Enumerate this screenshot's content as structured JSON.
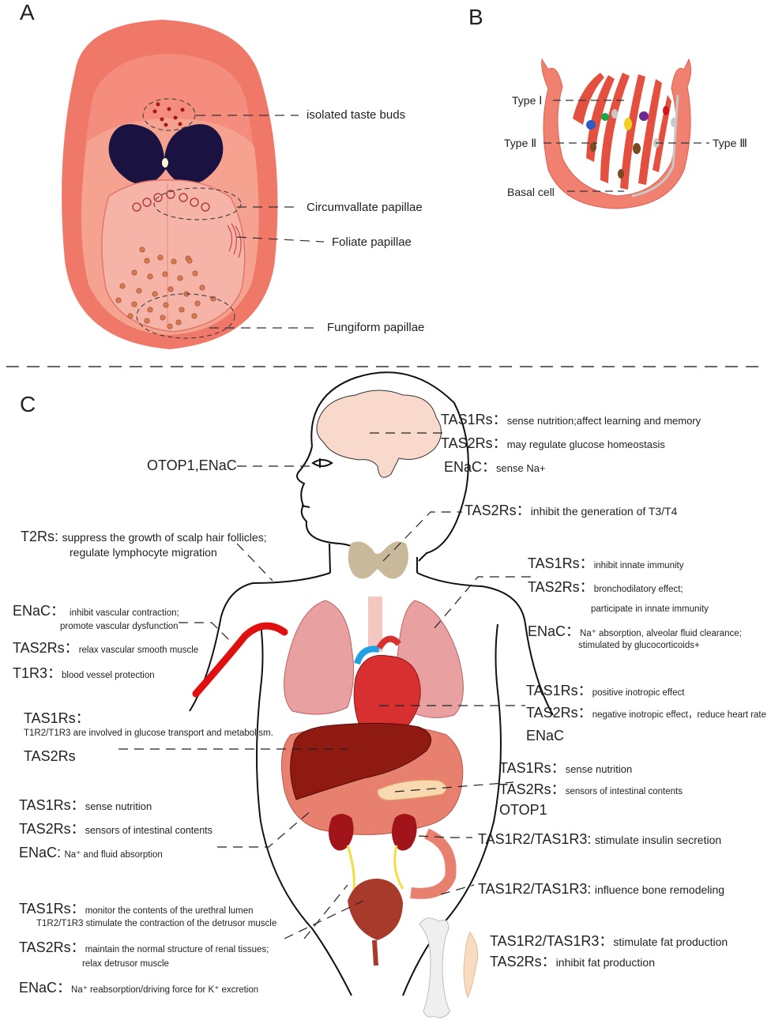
{
  "panels": {
    "a": "A",
    "b": "B",
    "c": "C"
  },
  "panel_a": {
    "isolated": "isolated taste buds",
    "circumvallate": "Circumvallate papillae",
    "foliate": "Foliate papillae",
    "fungiform": "Fungiform papillae"
  },
  "panel_b": {
    "type1": "Type Ⅰ",
    "type2": "Type Ⅱ",
    "type3": "Type Ⅲ",
    "basal": "Basal cell"
  },
  "head": {
    "tas1rs_name": "TAS1Rs：",
    "tas1rs_desc": "sense nutrition;affect learning and memory",
    "tas2rs_name": "TAS2Rs：",
    "tas2rs_desc": "may regulate glucose homeostasis",
    "enac_name": "ENaC：",
    "enac_desc": "sense Na+",
    "eye": "OTOP1,ENaC"
  },
  "thyroid": {
    "name": "TAS2Rs：",
    "desc": "inhibit the generation of T3/T4"
  },
  "scalp": {
    "name": "T2Rs:",
    "line1": "suppress the growth of scalp hair follicles;",
    "line2": "regulate lymphocyte migration"
  },
  "lung": {
    "tas1rs_name": "TAS1Rs：",
    "tas1rs_desc": "inhibit innate immunity",
    "tas2rs_name": "TAS2Rs：",
    "tas2rs_desc1": "bronchodilatory effect;",
    "tas2rs_desc2": "participate in innate immunity",
    "enac_name": "ENaC：",
    "enac_desc1": "Na⁺ absorption, alveolar fluid clearance;",
    "enac_desc2": "stimulated by glucocorticoids+"
  },
  "vessel": {
    "enac_name": "ENaC：",
    "enac_desc1": "inhibit vascular contraction;",
    "enac_desc2": "promote vascular dysfunction",
    "tas2rs_name": "TAS2Rs：",
    "tas2rs_desc": "relax vascular smooth muscle",
    "t1r3_name": "T1R3：",
    "t1r3_desc": "blood vessel protection"
  },
  "heart": {
    "tas1rs_name": "TAS1Rs：",
    "tas1rs_desc": "positive inotropic effect",
    "tas2rs_name": "TAS2Rs：",
    "tas2rs_desc": "negative inotropic effect，reduce heart rate",
    "enac_name": "ENaC"
  },
  "liver": {
    "tas1rs_name": "TAS1Rs：",
    "tas1rs_desc": "T1R2/T1R3 are involved in glucose transport and metabolism.",
    "tas2rs_name": "TAS2Rs"
  },
  "intestine_right": {
    "tas1rs_name": "TAS1Rs：",
    "tas1rs_desc": "sense nutrition",
    "tas2rs_name": "TAS2Rs：",
    "tas2rs_desc": "sensors of intestinal contents",
    "otop1": "OTOP1"
  },
  "intestine_left": {
    "tas1rs_name": "TAS1Rs：",
    "tas1rs_desc": "sense nutrition",
    "tas2rs_name": "TAS2Rs：",
    "tas2rs_desc": "sensors of intestinal contents",
    "enac_name": "ENaC:",
    "enac_desc": "Na⁺ and fluid absorption"
  },
  "pancreas": {
    "name": "TAS1R2/TAS1R3:",
    "desc": "stimulate insulin secretion"
  },
  "bone": {
    "name": "TAS1R2/TAS1R3:",
    "desc": "influence bone remodeling"
  },
  "fat": {
    "tas1r_name": "TAS1R2/TAS1R3：",
    "tas1r_desc": "stimulate fat production",
    "tas2rs_name": "TAS2Rs：",
    "tas2rs_desc": "inhibit fat production"
  },
  "kidney": {
    "tas1rs_name": "TAS1Rs：",
    "tas1rs_desc1": "monitor the contents of the urethral lumen",
    "tas1rs_desc2": "T1R2/T1R3 stimulate the contraction of the detrusor muscle",
    "tas2rs_name": "TAS2Rs：",
    "tas2rs_desc1": "maintain the normal structure of renal tissues;",
    "tas2rs_desc2": "relax detrusor muscle",
    "enac_name": "ENaC：",
    "enac_desc": "Na⁺ reabsorption/driving force for K⁺ excretion"
  },
  "colors": {
    "tongue_outer": "#f07868",
    "tongue_inner": "#f4a99a",
    "organ_red": "#c0302a",
    "lung_pink": "#e8a0a0",
    "liver": "#8e1a12",
    "thyroid": "#c9b99a",
    "kidney": "#a0141a",
    "vessel": "#e01010"
  }
}
